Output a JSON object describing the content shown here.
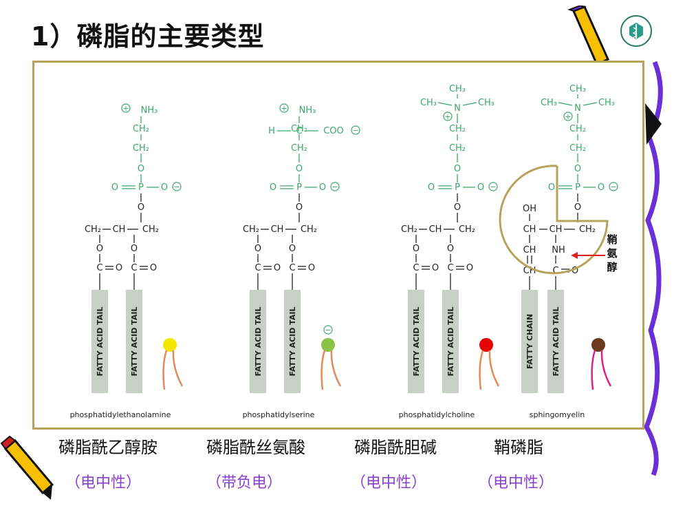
{
  "slide": {
    "title": "1）磷脂的主要类型"
  },
  "figure": {
    "molecules": [
      {
        "head_top": "⊕NH₃",
        "caption": "phosphatidylethanolamine",
        "tails": [
          "FATTY ACID TAIL",
          "FATTY ACID TAIL"
        ],
        "ball_color": "#f5e600",
        "leg_color": "#e28a5a"
      },
      {
        "head_top": "⊕NH₃",
        "caption": "phosphatidylserine",
        "tails": [
          "FATTY ACID TAIL",
          "FATTY ACID TAIL"
        ],
        "ball_color": "#8bc34a",
        "leg_color": "#e28a5a"
      },
      {
        "head_top": "CH₃",
        "caption": "phosphatidylcholine",
        "tails": [
          "FATTY ACID TAIL",
          "FATTY ACID TAIL"
        ],
        "ball_color": "#e60000",
        "leg_color": "#e28a5a"
      },
      {
        "head_top": "CH₃",
        "caption": "sphingomyelin",
        "tails": [
          "FATTY CHAIN",
          "FATTY ACID TAIL"
        ],
        "ball_color": "#6b3a1f",
        "leg_color": "#e0208a"
      }
    ],
    "chem": {
      "nh3": "NH₃",
      "ch2": "CH₂",
      "o": "O",
      "p": "P",
      "c": "C",
      "h": "H",
      "ch": "CH",
      "nh": "NH",
      "oh": "OH",
      "coo": "COO",
      "ch3": "CH₃",
      "n": "N",
      "plus": "+",
      "minus": "−"
    },
    "annotation": "鞘氨醇"
  },
  "labels": {
    "cn_names": [
      "磷脂酰乙醇胺",
      "磷脂酰丝氨酸",
      "磷脂酰胆碱",
      "鞘磷脂"
    ],
    "charges": [
      "（电中性）",
      "（带负电）",
      "（电中性）",
      "（电中性）"
    ]
  },
  "colors": {
    "green_structure": "#3aa66a",
    "black_structure": "#222222",
    "tail_fill": "#c8cfc6",
    "frame": "#b8a25a",
    "charge_text": "#8a3fd1",
    "ring_outline": "#b8a25a",
    "arrow": "#e02020"
  }
}
